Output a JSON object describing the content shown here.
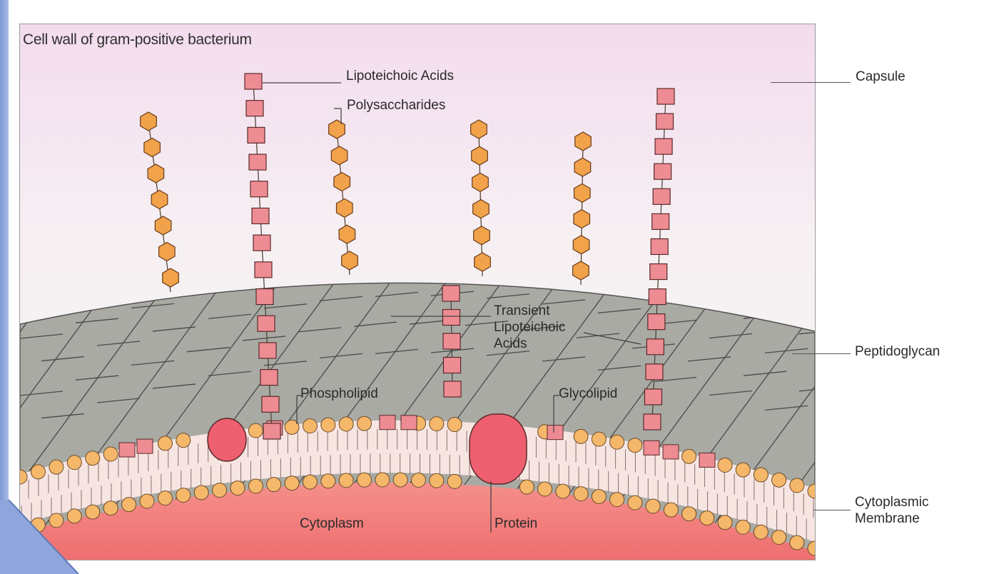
{
  "diagram": {
    "title": "Cell wall of gram-positive bacterium",
    "labels": {
      "lipoteichoic_acids": "Lipoteichoic Acids",
      "polysaccharides": "Polysaccharides",
      "transient_line1": "Transient",
      "transient_line2": "Lipoteichoic",
      "transient_line3": "Acids",
      "phospholipid": "Phospholipid",
      "glycolipid": "Glycolipid",
      "cytoplasm": "Cytoplasm",
      "protein": "Protein"
    },
    "side_labels": {
      "capsule": "Capsule",
      "peptidoglycan": "Peptidoglycan",
      "cytoplasmic_line1": "Cytoplasmic",
      "cytoplasmic_line2": "Membrane"
    },
    "colors": {
      "hexagon": "#f1a24a",
      "square": "#ee8c93",
      "peptidoglycan": "#a9aba3",
      "lipid_head": "#f5b76a",
      "cytoplasm": "#f17d7c",
      "protein": "#ee5b6c",
      "slide_accent": "#7d98d4"
    }
  }
}
